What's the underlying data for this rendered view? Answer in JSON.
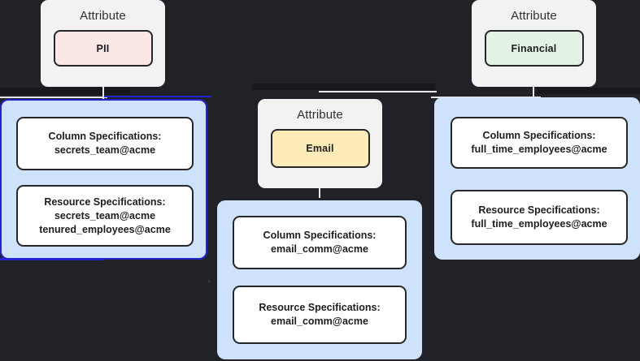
{
  "canvas": {
    "background": "#212227",
    "group_fill": "#cfe2fb",
    "selection_color": "#2424cf",
    "card_fill": "#f2f2f3"
  },
  "nodes": [
    {
      "id": "attr-pii",
      "kind": "attribute-card",
      "title": "Attribute",
      "chip_label": "PII",
      "chip_color": "#fbe8e6"
    },
    {
      "id": "attr-email",
      "kind": "attribute-card",
      "title": "Attribute",
      "chip_label": "Email",
      "chip_color": "#fdecb7"
    },
    {
      "id": "attr-financial",
      "kind": "attribute-card",
      "title": "Attribute",
      "chip_label": "Financial",
      "chip_color": "#e2f2e4"
    }
  ],
  "groups": [
    {
      "id": "group-secrets",
      "selected": true,
      "boxes": [
        {
          "id": "col-secrets",
          "lines": [
            "Column Specifications:",
            "secrets_team@acme"
          ]
        },
        {
          "id": "res-secrets",
          "lines": [
            "Resource Specifications:",
            "secrets_team@acme",
            "tenured_employees@acme"
          ]
        }
      ]
    },
    {
      "id": "group-email",
      "selected": false,
      "boxes": [
        {
          "id": "col-email",
          "lines": [
            "Column Specifications:",
            "email_comm@acme"
          ]
        },
        {
          "id": "res-email",
          "lines": [
            "Resource Specifications:",
            "email_comm@acme"
          ]
        }
      ]
    },
    {
      "id": "group-fulltime",
      "selected": false,
      "boxes": [
        {
          "id": "col-fulltime",
          "lines": [
            "Column Specifications:",
            "full_time_employees@acme"
          ]
        },
        {
          "id": "res-fulltime",
          "lines": [
            "Resource Specifications:",
            "full_time_employees@acme"
          ]
        }
      ]
    }
  ],
  "markers": {
    "chevron_glyph": "›"
  }
}
